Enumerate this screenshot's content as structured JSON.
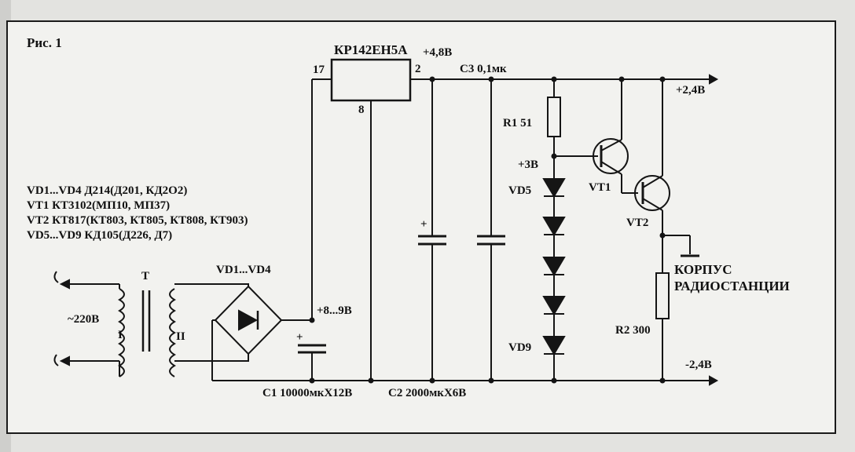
{
  "figure_label": "Рис. 1",
  "legend": [
    "VD1...VD4 Д214(Д201, КД2О2)",
    "VT1 КТ3102(МП10, МП37)",
    "VT2 КТ817(КТ803, КТ805, КТ808, КТ903)",
    "VD5...VD9 КД105(Д226, Д7)"
  ],
  "labels": {
    "regulator": "КР142ЕН5А",
    "pin17": "17",
    "pin2": "2",
    "pin8": "8",
    "v48": "+4,8В",
    "c3": "С3 0,1мк",
    "v24plus": "+2,4В",
    "r1": "R1 51",
    "v3": "+3В",
    "vd5": "VD5",
    "vd9": "VD9",
    "vt1": "VT1",
    "vt2": "VT2",
    "korpus1": "КОРПУС",
    "korpus2": "РАДИОСТАНЦИИ",
    "r2": "R2 300",
    "v24minus": "-2,4В",
    "bridge": "VD1...VD4",
    "transformer": "T",
    "winding1": "I",
    "winding2": "II",
    "mains": "~220В",
    "v89": "+8...9В",
    "c1": "С1 10000мкХ12В",
    "c2": "С2 2000мкХ6В",
    "plus_c1": "+",
    "plus_c2": "+"
  }
}
